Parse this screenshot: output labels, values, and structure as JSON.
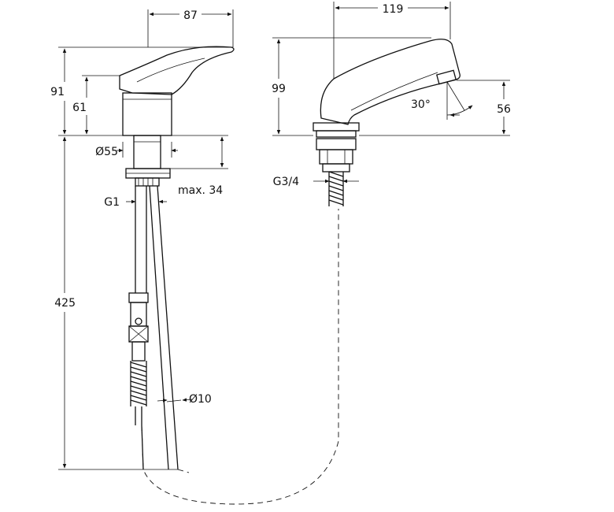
{
  "drawing": {
    "labels": {
      "width_87": "87",
      "height_91": "91",
      "height_61": "61",
      "dia_55": "Ø55",
      "max_34": "max. 34",
      "thread_g1": "G1",
      "length_425": "425",
      "dia_10": "Ø10",
      "width_119": "119",
      "height_99": "99",
      "angle_30": "30°",
      "height_56": "56",
      "thread_g34": "G3/4"
    }
  }
}
